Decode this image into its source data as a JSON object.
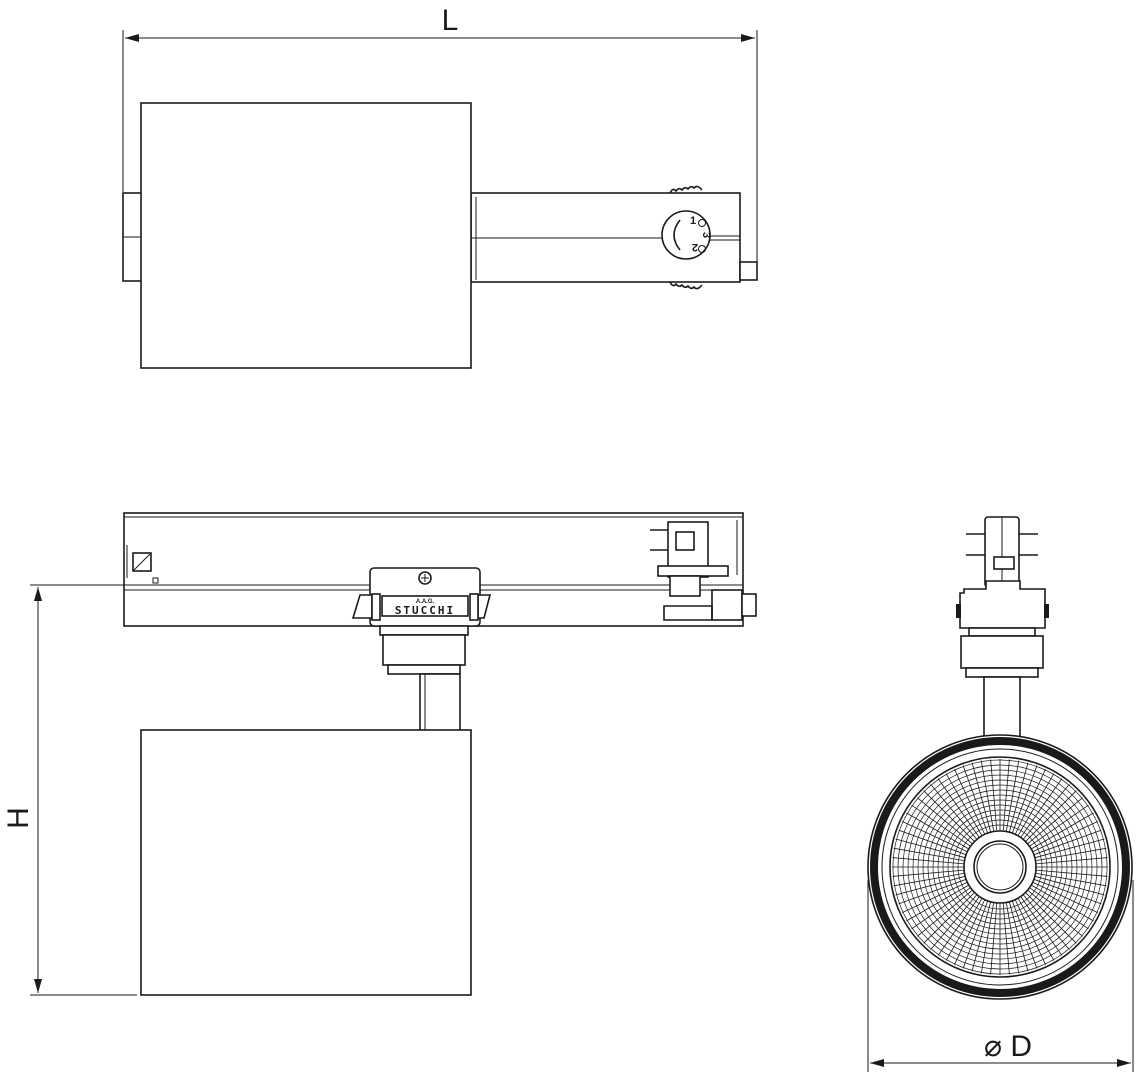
{
  "dimensions": {
    "length_label": "L",
    "height_label": "H",
    "diameter_label": "⌀ D"
  },
  "logo": {
    "brand": "STUCCHI",
    "sub": "A.A.G."
  },
  "dial": {
    "positions": [
      "1",
      "2",
      "3"
    ]
  },
  "colors": {
    "line": "#1a1a1a",
    "background": "#ffffff"
  }
}
